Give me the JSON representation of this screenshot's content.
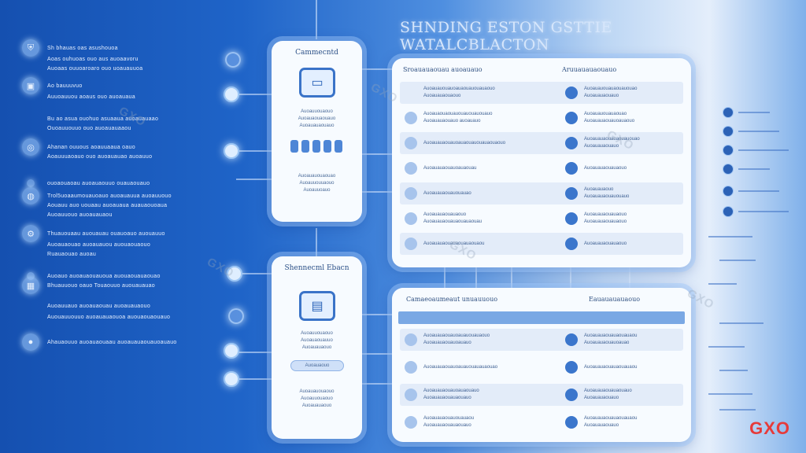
{
  "page": {
    "title": "SHNDING ESTON GSTTIE WATALCBLACTON"
  },
  "left_list": [
    {
      "text": "Sh bhauas  oas  asushouoa",
      "icon": "shield-icon"
    },
    {
      "text": "Aoas ouhuoas  ouo aus auoaavoru",
      "icon": "none"
    },
    {
      "text": "Auoaas  ouuoaroaro   ouo  uoauauuoa",
      "icon": "none"
    },
    {
      "text": "Ao  bauuuvuo",
      "icon": "square-icon"
    },
    {
      "text": "Auuoauuou   aoaus  ouo  auoauaua",
      "icon": "none"
    },
    {
      "text": "Bu  ao  asua ouohuo  asuaaua  auoauauaao",
      "icon": "none"
    },
    {
      "text": "Ouoauuouuo  ouo  auoauauaaou",
      "icon": "none"
    },
    {
      "text": "Ahanan ouuous  aoauuaaua oauo",
      "icon": "ring-icon"
    },
    {
      "text": "Aoauuuaoauo ouo  auoauauao  auoauuo",
      "icon": "none"
    },
    {
      "text": "ouoaouaoau  auoauaouuo  ouauaouauo",
      "icon": "dot-icon"
    },
    {
      "text": "Trol5uoaaumouauoauo  auoauauua auoauuouo",
      "icon": "globe-icon"
    },
    {
      "text": "Aouauu  auo  uouaau  auoauaua auauaouoaua",
      "icon": "none"
    },
    {
      "text": "Auoauuouo  auoauauaou",
      "icon": "none"
    },
    {
      "text": "Thuauouaau  auouauau ouauoauo  auouauuo",
      "icon": "gear-icon"
    },
    {
      "text": "Auoauaouao  auoauauou  auouaouaouo",
      "icon": "none"
    },
    {
      "text": "Ruauaouao  auoau",
      "icon": "none"
    },
    {
      "text": "Auoauo  auoauaouauoua  auouaouauaouao",
      "icon": "dot-icon"
    },
    {
      "text": "Bhuauuouo  oauo  Touaouuo  auouauauao",
      "icon": "chip-icon"
    },
    {
      "text": "Auoauuauo  auoauaouau  auoauauaouo",
      "icon": "none"
    },
    {
      "text": "Auouauuouuo  auoauauaouoa  auouaouaouauo",
      "icon": "none"
    },
    {
      "text": "Ahauaouuo  auoauaouaau  auoauauaouauoauauo",
      "icon": "location-icon"
    }
  ],
  "middle_top": {
    "title": "Cammecntd",
    "lines": [
      "Auoauuouaouo",
      "Auoauaouaouauo",
      "Auoauauaouauo"
    ],
    "bottom_lines": [
      "Auoauauouaouao",
      "Auoauuouuaouo",
      "Auoauuoauo"
    ]
  },
  "middle_bottom": {
    "title": "Shennecml Ebacn",
    "lines": [
      "Auoauuouaouo",
      "Auoauaouauuo",
      "Auoauauaouo"
    ],
    "pill": "Auoauaouo",
    "bottom_lines": [
      "Auoauauouaouo",
      "Auoauuouaouo",
      "Auoauauaouo"
    ]
  },
  "panel_top": {
    "left_head": "Sroauauaouau  auoauauo",
    "right_head": "Aruuauauaouauo",
    "rows": [
      {
        "left": [
          "Auoauauouauoauaouauouauaouo",
          "Auoauauaouaouo"
        ],
        "right": [
          "Auoauauouauaouauouao",
          "Auoauauaouauo"
        ],
        "left_icon": "none",
        "right_icon": "house-icon"
      },
      {
        "left": [
          "Auoauaouaouauouauouauouauo",
          "Auoauauaouauo  auoauauo"
        ],
        "right": [
          "Auoauauouauaouao",
          "Auoauauaouauoauaouo"
        ],
        "left_icon": "sliders-icon",
        "right_icon": "globe-icon"
      },
      {
        "left": [
          "Auoauauaouauoauaouauouauaouaouo"
        ],
        "right": [
          "Auoauauaouauaouauouao",
          "Auoauauaouauo"
        ],
        "left_icon": "bar-icon",
        "right_icon": "phone-icon"
      },
      {
        "left": [
          "Auoauauaouauoauaouau"
        ],
        "right": [
          "Auoauauaouauaouo"
        ],
        "left_icon": "link-icon",
        "right_icon": "gear-icon"
      },
      {
        "left": [
          "Auoauauaouauouauao"
        ],
        "right": [
          "Auoauauaouo",
          "Auoauauaouauouauo"
        ],
        "left_icon": "bar-icon",
        "right_icon": "bulb-icon"
      },
      {
        "left": [
          "Auoauauaouauaouo",
          "Auoauauaouauaouauaouau"
        ],
        "right": [
          "Auoauauaouauaouo",
          "Auoauauaouauaouo"
        ],
        "left_icon": "globe-icon",
        "right_icon": "pin-icon"
      },
      {
        "left": [
          "Auoauauaouauaouauaouaou"
        ],
        "right": [
          "Auoauauaouauaouo"
        ],
        "left_icon": "pen-icon",
        "right_icon": "globe-icon"
      }
    ]
  },
  "panel_bottom": {
    "left_head": "Camaeoaumeaut unuauuouo",
    "right_head": "Eauauauauaouo",
    "rows": [
      {
        "left": [
          "Auoauauaouauoauauouauaouo",
          "Auoauauaouauoauauo"
        ],
        "right": [
          "Auoauauaouauaouauaou",
          "Auoauauaouauoauao"
        ],
        "left_icon": "doc-icon",
        "right_icon": "grid-icon"
      },
      {
        "left": [
          "Auoauauaouauoauauouauauaouao"
        ],
        "right": [
          "Auoauauaouauaouauaou"
        ],
        "left_icon": "globe-icon",
        "right_icon": "pen-icon"
      },
      {
        "left": [
          "Auoauauaouauoauaouauo",
          "Auoauauaouauaouauo"
        ],
        "right": [
          "Auoauauaouauaouauo",
          "Auoauauaouauo"
        ],
        "left_icon": "doc-icon",
        "right_icon": "phone-icon"
      },
      {
        "left": [
          "Auoauauaouauouauaou",
          "Auoauauaouauaouauo"
        ],
        "right": [
          "Auoauauaouauaouauaou",
          "Auoauauaouauo"
        ],
        "left_icon": "cart-icon",
        "right_icon": "globe-icon"
      }
    ]
  },
  "right_edge_icons": [
    "ring-icon",
    "ring-icon",
    "dot-icon",
    "dot-icon",
    "flower-icon",
    "dot-icon"
  ],
  "watermarks": [
    "GXO",
    "GXO",
    "GXO",
    "GXO",
    "GXO",
    "GXO"
  ],
  "brand": "GXO",
  "colors": {
    "accent": "#2f6cc6",
    "brand_red": "#e63a3a",
    "card_bg": "#f7fbff"
  }
}
